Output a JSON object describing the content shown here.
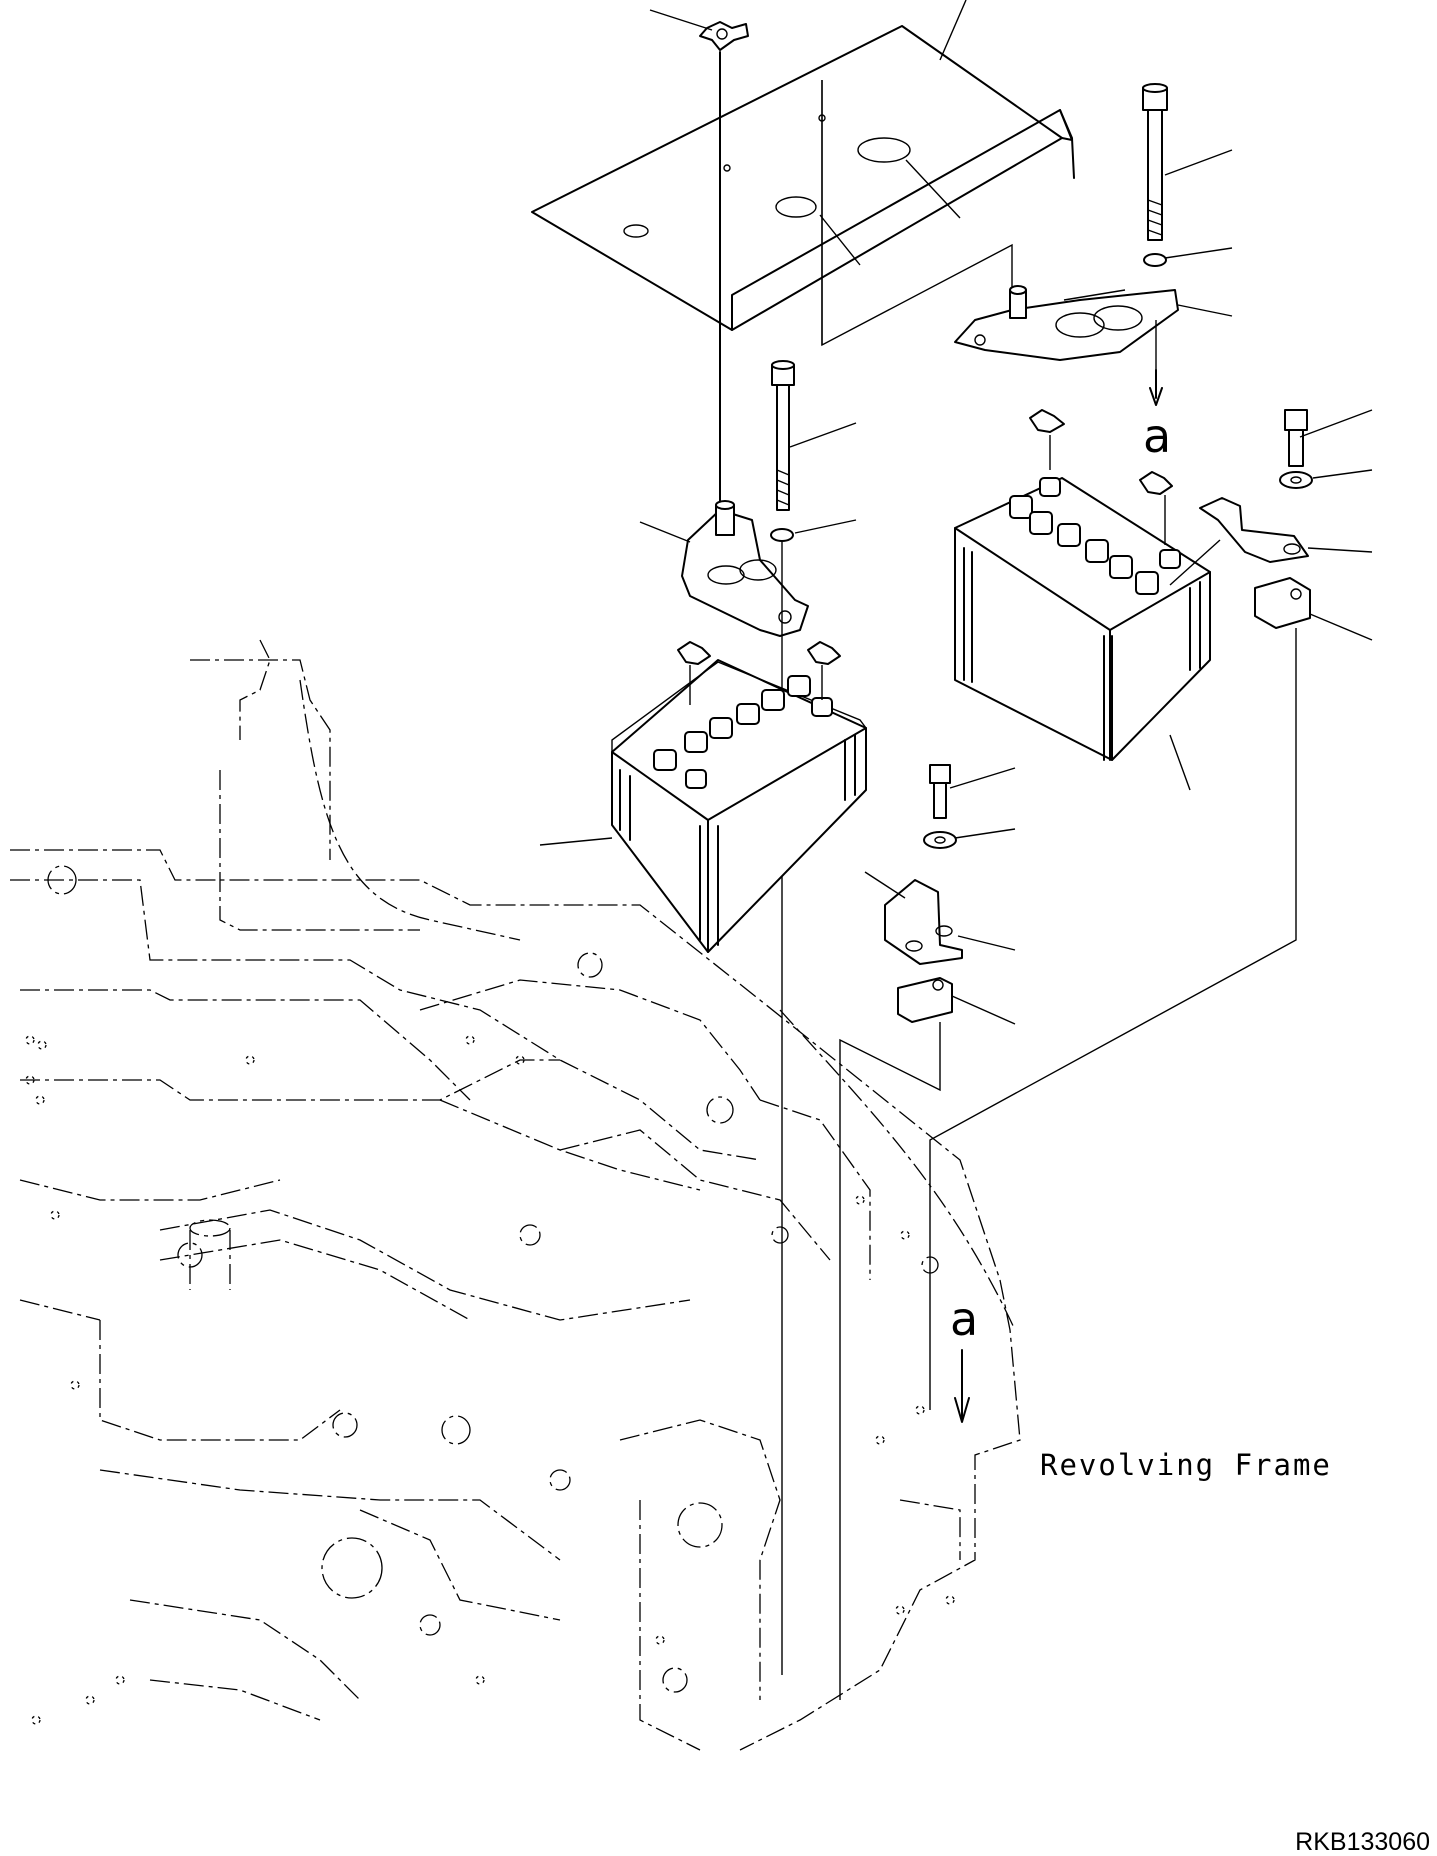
{
  "diagram": {
    "frame_label": "Revolving Frame",
    "view_marker_top": "a",
    "view_marker_bottom": "a",
    "drawing_code": "RKB133060"
  }
}
